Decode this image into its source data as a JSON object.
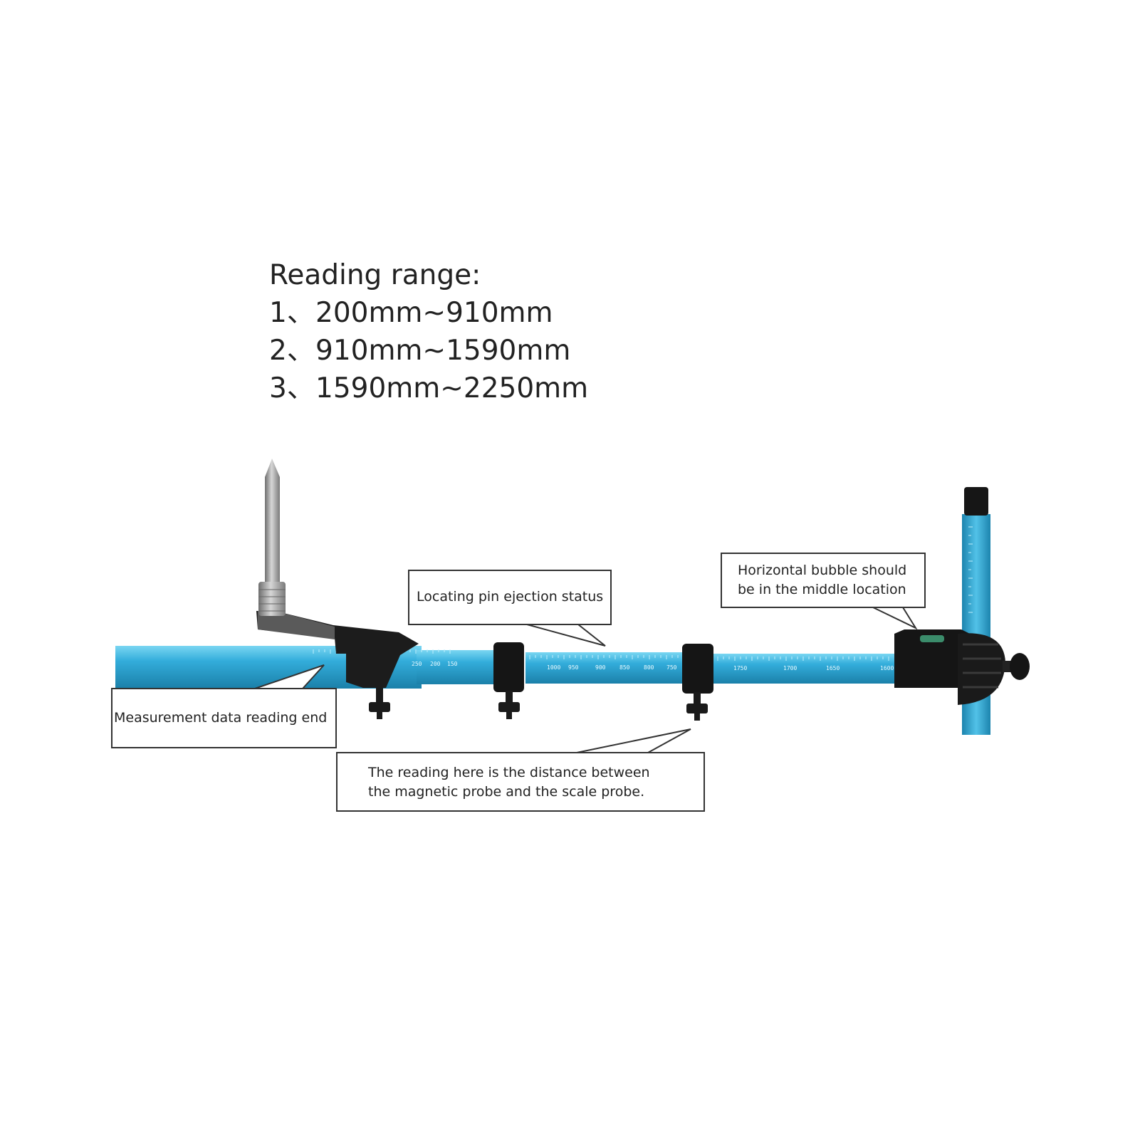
{
  "reading_range": {
    "title": "Reading range:",
    "items": [
      {
        "num": "1、",
        "range": "200mm~910mm"
      },
      {
        "num": "2、",
        "range": "910mm~1590mm"
      },
      {
        "num": "3、",
        "range": "1590mm~2250mm"
      }
    ]
  },
  "callouts": {
    "locating_pin": "Locating pin ejection status",
    "bubble_line1": "Horizontal bubble should",
    "bubble_line2": "be in the middle location",
    "reading_end": "Measurement data reading end",
    "distance_line1": "The reading here is the distance between",
    "distance_line2": "the magnetic probe and the scale probe."
  },
  "scale_marks": {
    "section1": [
      "250",
      "200",
      "150"
    ],
    "section2": [
      "1000",
      "950",
      "900",
      "850",
      "800",
      "750"
    ],
    "section3": [
      "1750",
      "1700",
      "1650",
      "1600"
    ]
  },
  "colors": {
    "tube": "#2fa9d6",
    "tube_dark": "#1d86b0",
    "tube_light": "#6fd0ee",
    "black_part": "#141414",
    "steel": "#9a9a9a"
  }
}
